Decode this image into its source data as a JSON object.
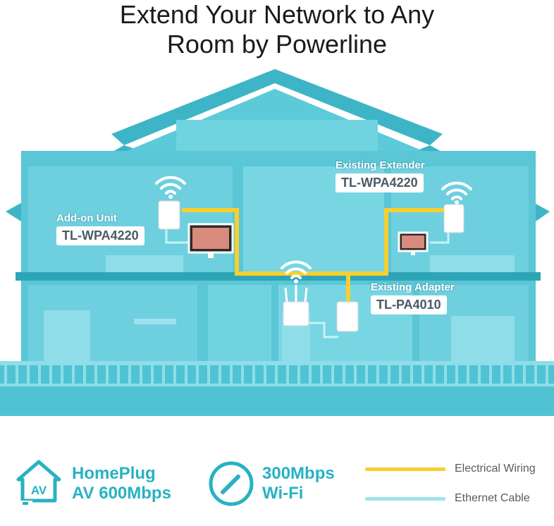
{
  "title": {
    "line1": "Extend Your Network to Any",
    "line2": "Room by Powerline"
  },
  "callouts": {
    "addon": {
      "caption": "Add-on Unit",
      "model": "TL-WPA4220"
    },
    "extender": {
      "caption": "Existing Extender",
      "model": "TL-WPA4220"
    },
    "adapter": {
      "caption": "Existing Adapter",
      "model": "TL-PA4010"
    }
  },
  "features": {
    "homeplug": {
      "icon_text": "AV",
      "line1": "HomePlug",
      "line2": "AV 600Mbps"
    },
    "wifi": {
      "line1": "300Mbps",
      "line2": "Wi-Fi"
    }
  },
  "legend": {
    "electrical": {
      "label": "Electrical Wiring",
      "color": "#f7cf2e"
    },
    "ethernet": {
      "label": "Ethernet Cable",
      "color": "#9fe3ee"
    }
  },
  "colors": {
    "accent": "#27b2c3",
    "house": "#4fc3d3",
    "house_dark": "#2ea5b7"
  },
  "icons": [
    "house-av-icon",
    "speedometer-icon",
    "wifi-icon",
    "powerline-adapter-icon",
    "router-icon",
    "monitor-icon"
  ]
}
